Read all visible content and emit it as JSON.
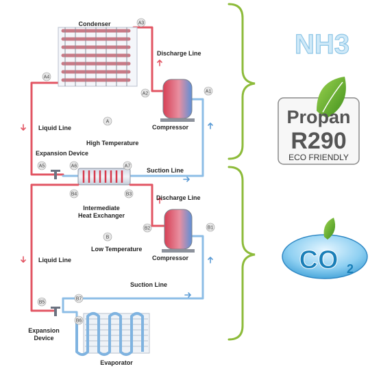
{
  "components": {
    "condenser": "Condenser",
    "compressor_a": "Compressor",
    "compressor_b": "Compressor",
    "expansion_a": "Expansion Device",
    "expansion_b": "Expansion\nDevice",
    "heat_exchanger": "Intermediate\nHeat Exchanger",
    "evaporator": "Evaporator"
  },
  "lines": {
    "discharge_a": "Discharge Line",
    "discharge_b": "Discharge Line",
    "liquid_a": "Liquid Line",
    "liquid_b": "Liquid Line",
    "suction_a": "Suction Line",
    "suction_b": "Suction Line"
  },
  "stages": {
    "high": "High Temperature",
    "low": "Low Temperature"
  },
  "nodes": {
    "A": "A",
    "A1": "A1",
    "A2": "A2",
    "A3": "A3",
    "A4": "A4",
    "A5": "A5",
    "A6": "A6",
    "A7": "A7",
    "B": "B",
    "B1": "B1",
    "B2": "B2",
    "B3": "B3",
    "B4": "B4",
    "B5": "B5",
    "B6": "B6",
    "B7": "B7"
  },
  "refrigerants": {
    "nh3": "NH3",
    "propan_name": "Propan",
    "propan_code": "R290",
    "propan_tagline": "ECO FRIENDLY",
    "co2_main": "CO",
    "co2_sub": "2"
  },
  "colors": {
    "hot_pipe": "#e25563",
    "cold_pipe": "#8cbde6",
    "bracket": "#8dbb3a",
    "leaf": "#6fb52c",
    "nh3_fill": "#cfe9f8"
  }
}
